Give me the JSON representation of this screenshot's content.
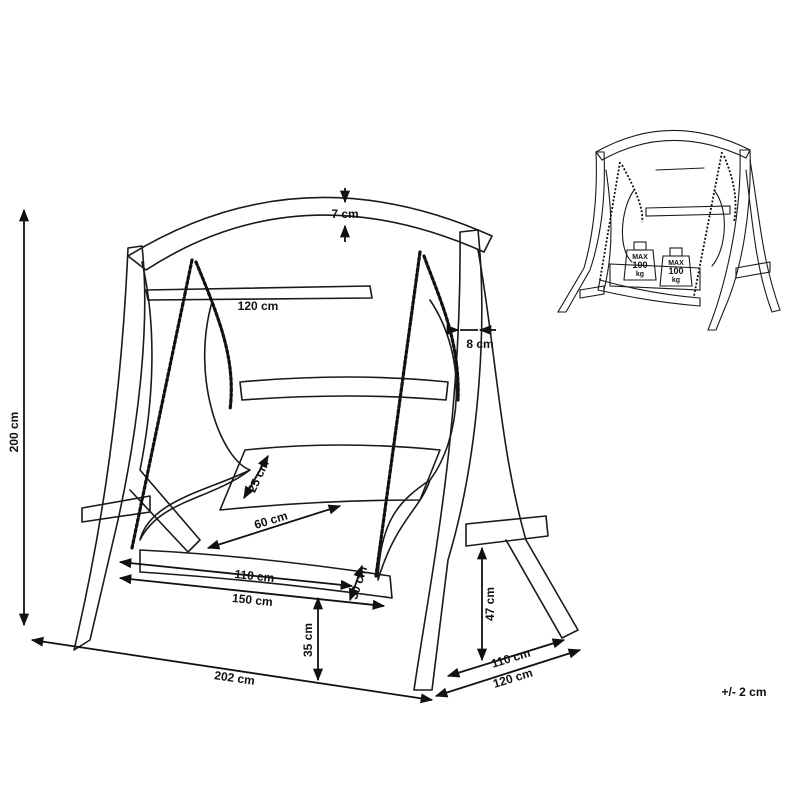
{
  "dimensions": {
    "height": "200 cm",
    "top_beam": "7 cm",
    "seat_width_top": "120 cm",
    "post_width": "8 cm",
    "back_height": "25 cm",
    "seat_depth": "60 cm",
    "seat_inner": "110 cm",
    "seat_thickness": "30 cm",
    "seat_outer": "150 cm",
    "seat_ground": "35 cm",
    "foot_height": "47 cm",
    "total_width": "202 cm",
    "base_inner": "110 cm",
    "base_outer": "120 cm"
  },
  "tolerance": "+/- 2 cm",
  "weight_badges": [
    {
      "max": "MAX",
      "value": "100",
      "unit": "kg"
    },
    {
      "max": "MAX",
      "value": "100",
      "unit": "kg"
    }
  ]
}
